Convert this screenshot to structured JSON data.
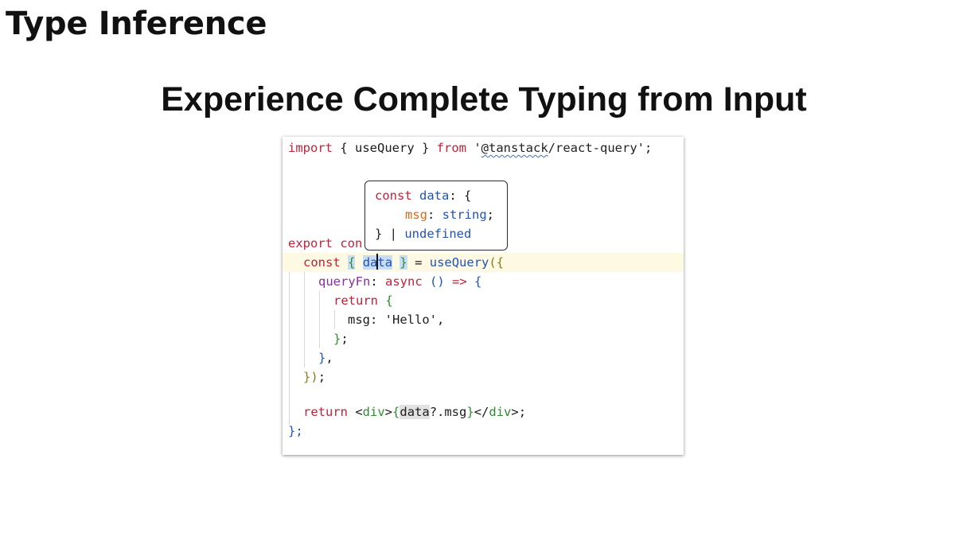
{
  "page": {
    "heading": "Type Inference",
    "title": "Experience Complete Typing from Input"
  },
  "code": {
    "line1": {
      "kw_import": "import",
      "open": " { ",
      "use_query": "useQuery",
      "close": " } ",
      "kw_from": "from",
      "space": " ",
      "q1": "'",
      "pkg_squiggle": "@tanstack",
      "pkg_rest": "/react-query",
      "q2": "'",
      "semi": ";"
    },
    "line5": {
      "kw_export": "export",
      "rest": " con"
    },
    "line6": {
      "kw_const": "const",
      "brace_open": "{",
      "data_a": "da",
      "data_b": "ta",
      "brace_close": "}",
      "eq": " = ",
      "use_query": "useQuery",
      "paren": "(",
      "brace": "{"
    },
    "line7": {
      "prop": "queryFn",
      "colon": ": ",
      "kw_async": "async",
      "parens": " () ",
      "arrow": "=>",
      "brace": " {"
    },
    "line8": {
      "kw_return": "return",
      "brace": " {"
    },
    "line9": {
      "text": "msg: 'Hello',"
    },
    "line10": {
      "brace": "}",
      "semi": ";"
    },
    "line11": {
      "brace": "}",
      "comma": ","
    },
    "line12": {
      "brace": "}",
      "paren": ")",
      "semi": ";"
    },
    "line14": {
      "kw_return": "return",
      "lt1": " <",
      "tag1": "div",
      "gt1": ">",
      "b_open": "{",
      "data_ref": "data",
      "rest": "?.msg",
      "b_close": "}",
      "lt2": "</",
      "tag2": "div",
      "gt2": ">;"
    },
    "line15": {
      "text": "};"
    }
  },
  "tooltip": {
    "line1_kw": "const",
    "line1_var": "data",
    "line1_rest": ": {",
    "line2_prop": "msg",
    "line2_colon": ": ",
    "line2_type": "string",
    "line2_semi": ";",
    "line3_a": "} | ",
    "line3_type": "undefined"
  }
}
